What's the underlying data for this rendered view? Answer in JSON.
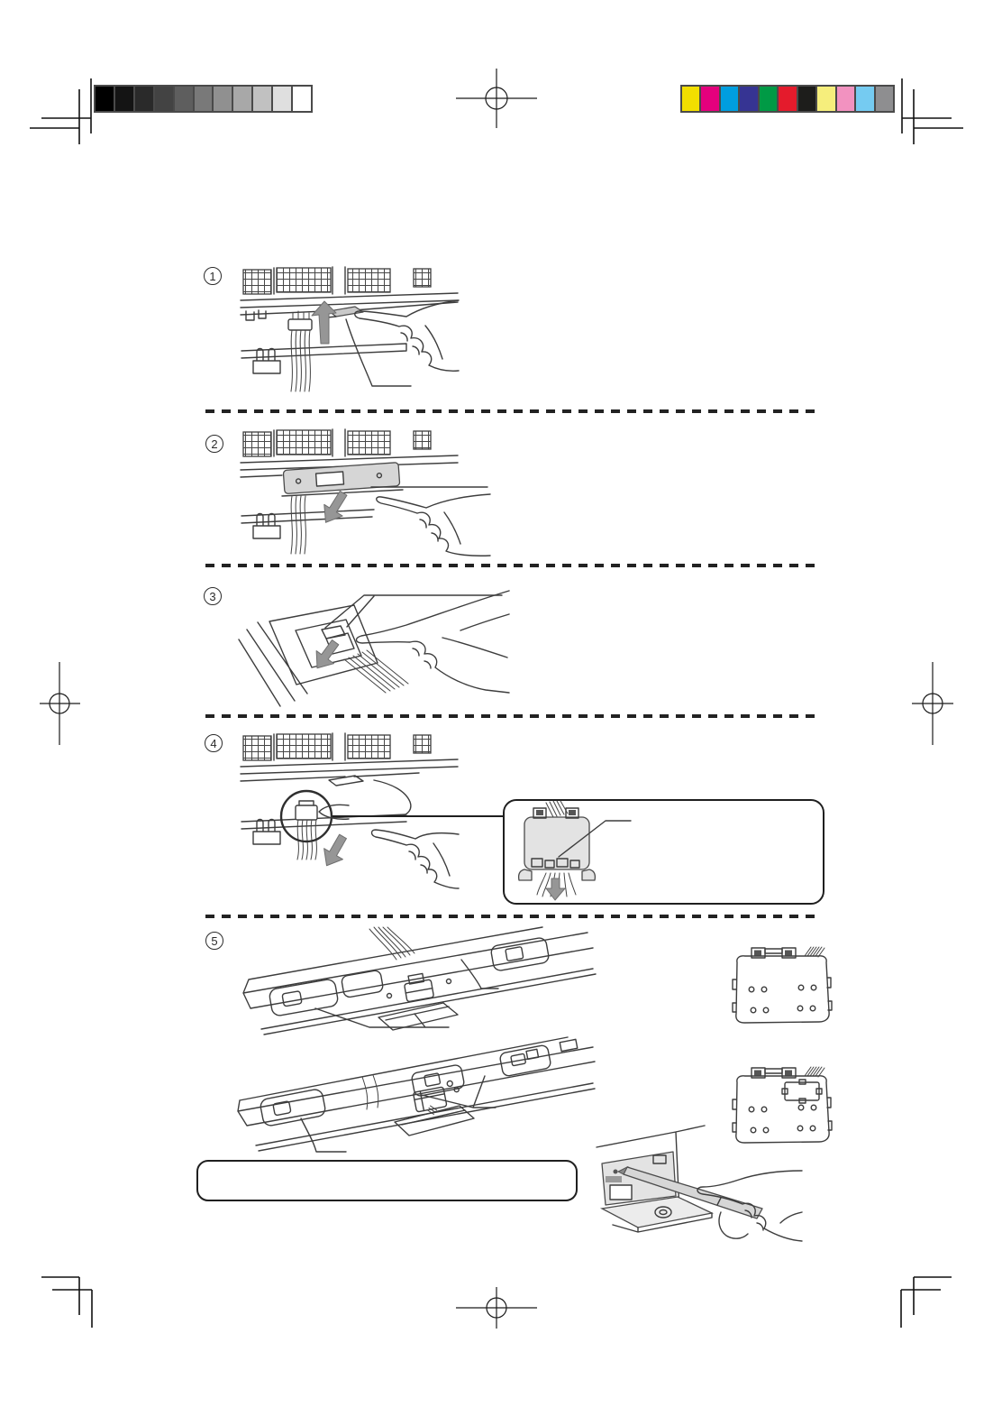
{
  "page": {
    "description": "printed instruction sheet with five illustrated steps and printer calibration marks",
    "background_color": "#ffffff"
  },
  "print_marks": {
    "grayscale_calibration_bar": {
      "border_color": "#4a4a4a",
      "swatches": [
        "#000000",
        "#141414",
        "#2a2a2a",
        "#434343",
        "#5e5e5e",
        "#797979",
        "#909090",
        "#a8a8a8",
        "#c1c1c1",
        "#dfdfdf",
        "#ffffff"
      ]
    },
    "color_calibration_bar": {
      "border_color": "#4a4a4a",
      "swatches": [
        "#f2de00",
        "#e4007d",
        "#009edf",
        "#363493",
        "#009a45",
        "#e41b2c",
        "#1d1d1b",
        "#f6ee7c",
        "#f292c0",
        "#75cbf1",
        "#8e8e90"
      ]
    }
  },
  "steps": [
    {
      "number": "1",
      "illustration": "hand-lifting-latch-inside-cabinet-arrow-up"
    },
    {
      "number": "2",
      "illustration": "hand-sliding-shaded-module-arrow-down"
    },
    {
      "number": "3",
      "illustration": "finger-releasing-ribbon-cable-connector"
    },
    {
      "number": "4",
      "illustration": "hand-pulling-circled-connector",
      "callout_text": ""
    },
    {
      "number": "5",
      "illustration": "connector-strip-views-and-part-diagrams",
      "note_text": ""
    }
  ]
}
